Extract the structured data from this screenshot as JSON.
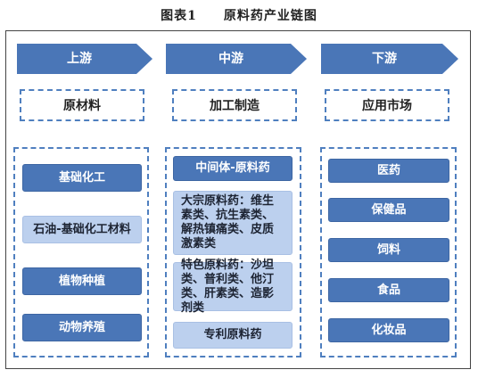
{
  "title": "图表1　　原料药产业链图",
  "colors": {
    "arrow": "#4a76b7",
    "box_dark": "#4a76b7",
    "box_light": "#bcd0ee",
    "dashed_border": "#4f7fbf"
  },
  "stages": [
    {
      "arrow": "上游",
      "label": "原材料"
    },
    {
      "arrow": "中游",
      "label": "加工制造"
    },
    {
      "arrow": "下游",
      "label": "应用市场"
    }
  ],
  "upstream_items": [
    "基础化工",
    "石油-基础化工材料",
    "植物种植",
    "动物养殖"
  ],
  "midstream_items": [
    "中间体-原料药",
    "大宗原料药：维生素类、抗生素类、解热镇痛类、皮质激素类",
    "特色原料药：沙坦类、普利类、他汀类、肝素类、造影剂类",
    "专利原料药"
  ],
  "downstream_items": [
    "医药",
    "保健品",
    "饲料",
    "食品",
    "化妆品"
  ]
}
